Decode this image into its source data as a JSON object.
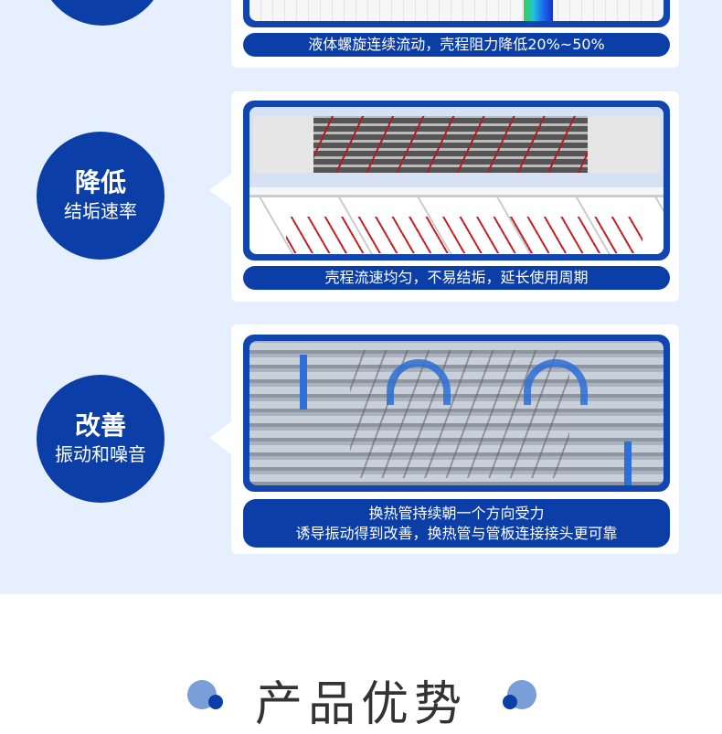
{
  "sections": [
    {
      "caption": [
        "液体螺旋连续流动，壳程阻力降低20%~50%"
      ]
    },
    {
      "heading": "降低",
      "subheading": "结垢速率",
      "caption": [
        "壳程流速均匀，不易结垢，延长使用周期"
      ]
    },
    {
      "heading": "改善",
      "subheading": "振动和噪音",
      "caption": [
        "换热管持续朝一个方向受力",
        "诱导振动得到改善，换热管与管板连接接头更可靠"
      ]
    }
  ],
  "footer": {
    "title": "产品优势"
  },
  "colors": {
    "brand": "#0b3ea6",
    "background": "#e5effd",
    "accent_light": "#7a9fd8"
  }
}
